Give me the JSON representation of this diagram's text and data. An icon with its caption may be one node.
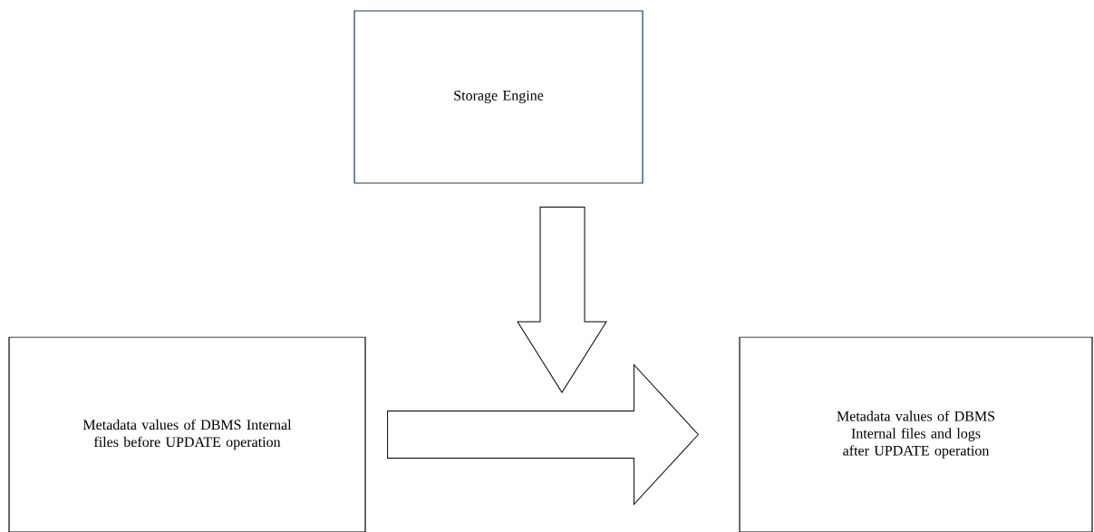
{
  "diagram": {
    "nodes": [
      {
        "text": [
          "Storage Engine"
        ]
      },
      {
        "text": [
          "Metadata values of DBMS Internal files before UPDATE operation"
        ]
      },
      {
        "text": [
          "Metadata values of DBMS Internal files and logs after UPDATE operation"
        ]
      }
    ],
    "edges": [
      {
        "from": 0,
        "to": null,
        "arrow": "to"
      },
      {
        "from": 1,
        "to": 2,
        "arrow": "to"
      }
    ]
  }
}
